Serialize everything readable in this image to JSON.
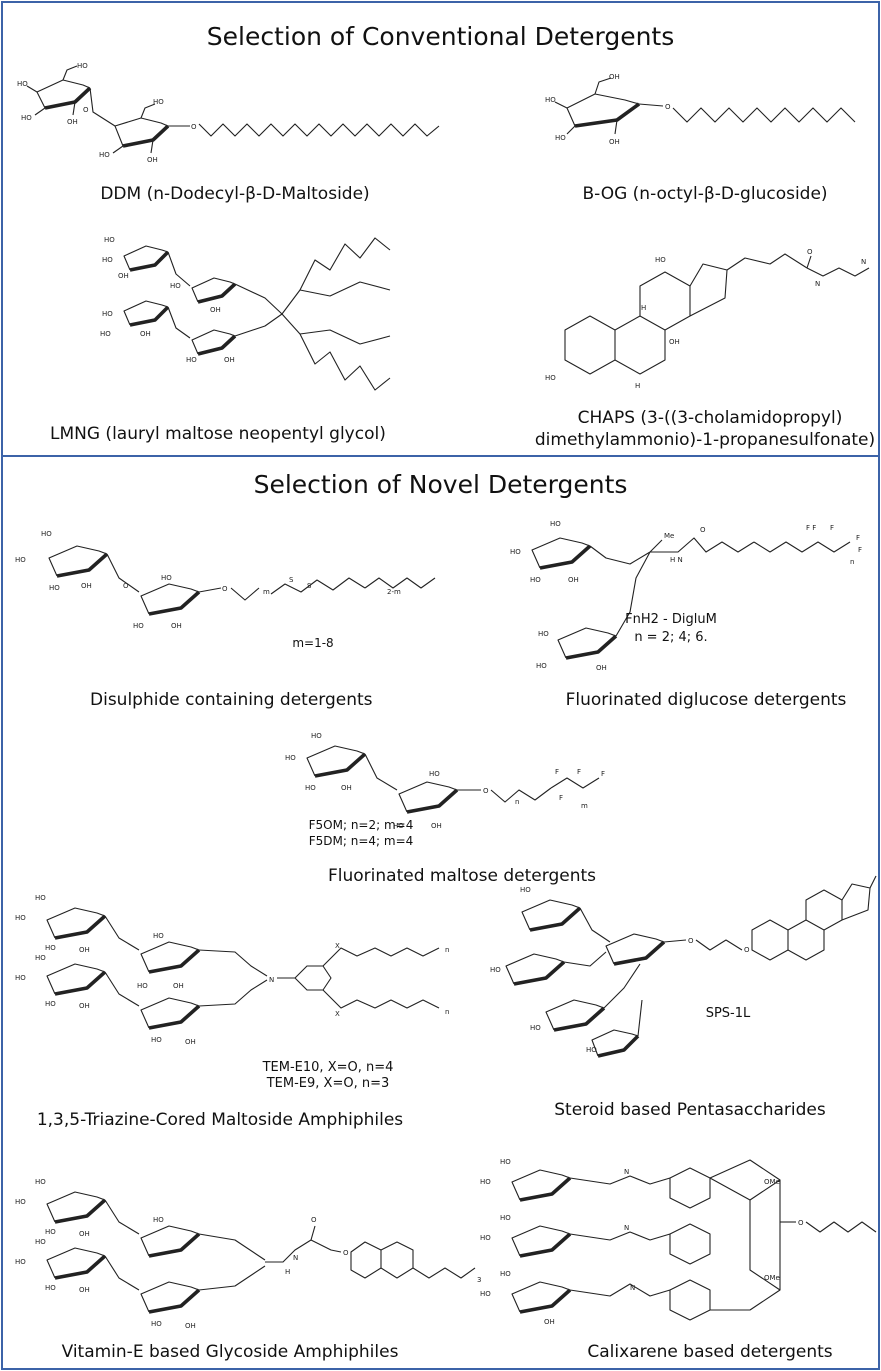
{
  "panels": {
    "conventional": {
      "title": "Selection of Conventional Detergents",
      "items": [
        {
          "name": "DDM (n-Dodecyl-β-D-Maltoside)"
        },
        {
          "name": "B-OG (n-octyl-β-D-glucoside)"
        },
        {
          "name": "LMNG (lauryl maltose neopentyl glycol)"
        },
        {
          "name_line1": "CHAPS (3-((3-cholamidopropyl)",
          "name_line2": "dimethylammonio)-1-propanesulfonate)"
        }
      ]
    },
    "novel": {
      "title": "Selection of Novel Detergents",
      "items": [
        {
          "name": "Disulphide containing detergents",
          "note": "m=1-8"
        },
        {
          "name": "Fluorinated diglucose detergents",
          "note1": "FnH2  - DigluM",
          "note2": "n = 2; 4; 6."
        },
        {
          "name": "Fluorinated maltose detergents",
          "note1": "F5OM; n=2; m=4",
          "note2": "F5DM; n=4; m=4"
        },
        {
          "name": "1,3,5-Triazine-Cored Maltoside Amphiphiles",
          "note1": "TEM-E10, X=O, n=4",
          "note2": "TEM-E9, X=O, n=3"
        },
        {
          "name": "Steroid based Pentasaccharides",
          "note": "SPS-1L"
        },
        {
          "name": "Vitamin-E based Glycoside Amphiphiles"
        },
        {
          "name": "Calixarene based detergents"
        }
      ]
    }
  },
  "colors": {
    "frame": "#3c63a8",
    "text": "#111111"
  }
}
